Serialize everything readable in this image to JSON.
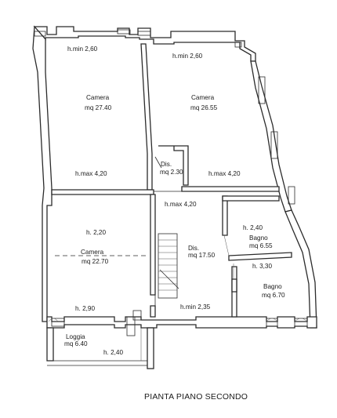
{
  "plan": {
    "title": "PIANTA PIANO SECONDO",
    "rooms": {
      "camera_nw": {
        "name": "Camera",
        "area": "mq 27.40",
        "h_min": "h.min 2,60",
        "h_max": "h.max 4,20"
      },
      "camera_ne": {
        "name": "Camera",
        "area": "mq 26.55",
        "h_min": "h.min 2,60",
        "h_max": "h.max 4,20"
      },
      "dis_small": {
        "name": "Dis.",
        "area": "mq 2.30"
      },
      "camera_sw": {
        "name": "Camera",
        "area": "mq 22.70",
        "h_top": "h. 2,20",
        "h_bottom": "h. 2,90"
      },
      "dis_center": {
        "name": "Dis.",
        "area": "mq 17.50",
        "h_max": "h.max 4,20",
        "h_min": "h.min 2,35"
      },
      "bagno_upper": {
        "name": "Bagno",
        "area": "mq 6.55",
        "h": "h. 2,40"
      },
      "bagno_lower": {
        "name": "Bagno",
        "area": "mq 6.70",
        "h": "h. 3,30"
      },
      "loggia": {
        "name": "Loggia",
        "area": "mq 6.40",
        "h": "h. 2,40"
      }
    }
  }
}
